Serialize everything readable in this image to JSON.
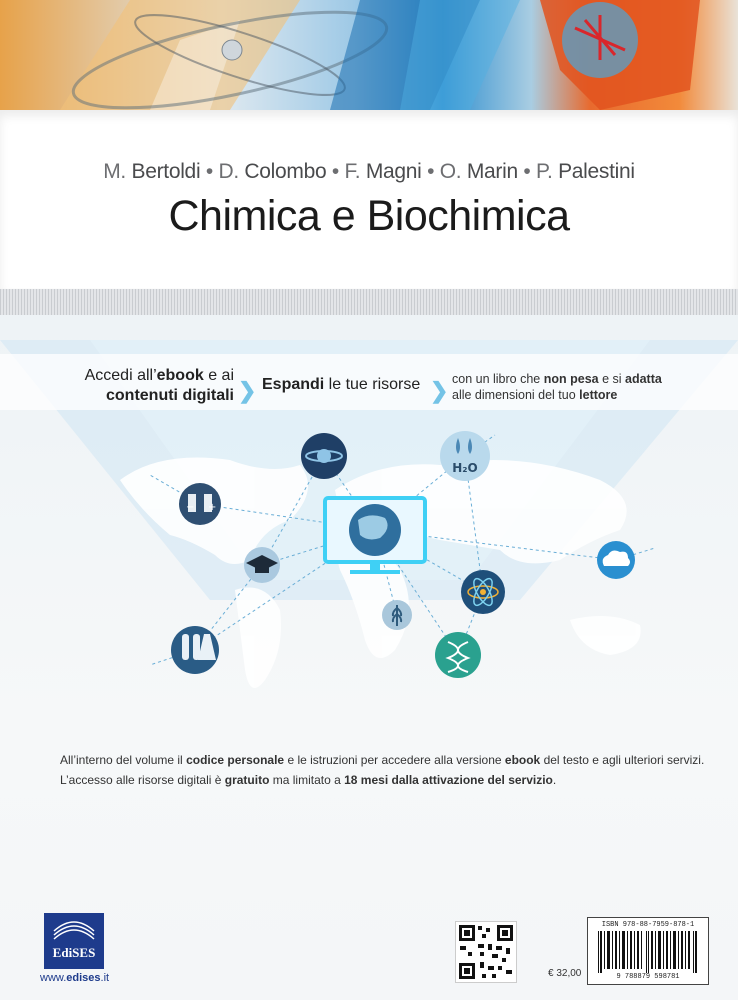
{
  "cover": {
    "authors": [
      {
        "initial": "M.",
        "surname": "Bertoldi"
      },
      {
        "initial": "D.",
        "surname": "Colombo"
      },
      {
        "initial": "F.",
        "surname": "Magni"
      },
      {
        "initial": "O.",
        "surname": "Marin"
      },
      {
        "initial": "P.",
        "surname": "Palestini"
      }
    ],
    "separator": "•",
    "title": "Chimica e Biochimica"
  },
  "strip": {
    "step1_a": "Accedi all’",
    "step1_b": "ebook",
    "step1_c": " e ai",
    "step1_d": "contenuti digitali",
    "step2_a": "Espandi",
    "step2_b": " le tue risorse",
    "step3_a": "con un libro che ",
    "step3_b": "non pesa",
    "step3_c": " e si ",
    "step3_d": "adatta",
    "step3_e": "alle dimensioni del tuo ",
    "step3_f": "lettore",
    "chevron": "❯"
  },
  "icons": {
    "h2o_label": "H₂O",
    "names": [
      "globe-icon",
      "magnet-icon",
      "graduation-cap-icon",
      "test-tubes-icon",
      "water-drops-icon",
      "cloud-icon",
      "atom-icon",
      "wheat-icon",
      "dna-icon",
      "monitor-icon"
    ]
  },
  "info": {
    "l1_a": "All’interno del volume il ",
    "l1_b": "codice personale",
    "l1_c": " e le istruzioni per accedere alla versione ",
    "l1_d": "ebook",
    "l1_e": " del testo e agli ulteriori servizi.",
    "l2_a": "L’accesso alle risorse digitali è ",
    "l2_b": "gratuito",
    "l2_c": " ma limitato a ",
    "l2_d": "18 mesi dalla attivazione del servizio",
    "l2_e": "."
  },
  "footer": {
    "publisher": "EdiSES",
    "url_a": "www.",
    "url_b": "edises",
    "url_c": ".it",
    "price": "€ 32,00",
    "isbn": "ISBN 978-88-7959-878-1",
    "isbn_digits": "9 788879 598781"
  },
  "colors": {
    "accent": "#74c3e6",
    "icon_dark": "#1f3f66",
    "icon_teal": "#2a9d8f",
    "publisher_blue": "#1e3b8c"
  }
}
